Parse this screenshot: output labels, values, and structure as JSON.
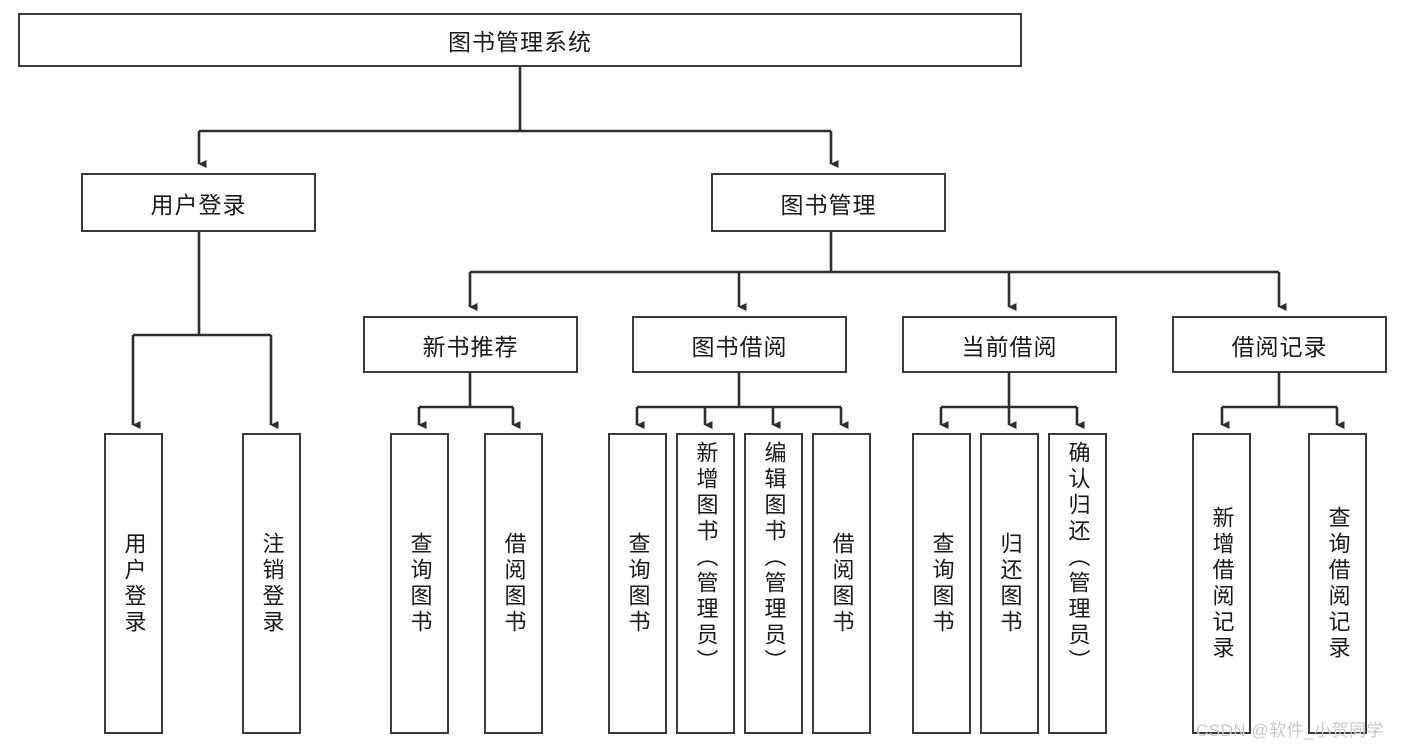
{
  "diagram": {
    "type": "hierarchy-tree",
    "title": "图书管理系统",
    "root": {
      "label": "图书管理系统"
    },
    "level2": [
      {
        "label": "用户登录"
      },
      {
        "label": "图书管理"
      }
    ],
    "level3": [
      {
        "label": "新书推荐"
      },
      {
        "label": "图书借阅"
      },
      {
        "label": "当前借阅"
      },
      {
        "label": "借阅记录"
      }
    ],
    "leaves": {
      "user_login": [
        {
          "label": "用户登录"
        },
        {
          "label": "注销登录"
        }
      ],
      "new_book_recommend": [
        {
          "label": "查询图书"
        },
        {
          "label": "借阅图书"
        }
      ],
      "book_borrow": [
        {
          "label": "查询图书"
        },
        {
          "label": "新增图书（管理员）"
        },
        {
          "label": "编辑图书（管理员）"
        },
        {
          "label": "借阅图书"
        }
      ],
      "current_borrow": [
        {
          "label": "查询图书"
        },
        {
          "label": "归还图书"
        },
        {
          "label": "确认归还（管理员）"
        }
      ],
      "borrow_records": [
        {
          "label": "新增借阅记录"
        },
        {
          "label": "查询借阅记录"
        }
      ]
    }
  },
  "watermark": {
    "text": "CSDN @软件_小贺同学"
  },
  "colors": {
    "box_border": "#3b3b3b",
    "box_fill": "#ffffff",
    "line": "#2e2e2e",
    "text": "#1a1a1a",
    "watermark": "#c9c9c9",
    "background": "#ffffff"
  }
}
